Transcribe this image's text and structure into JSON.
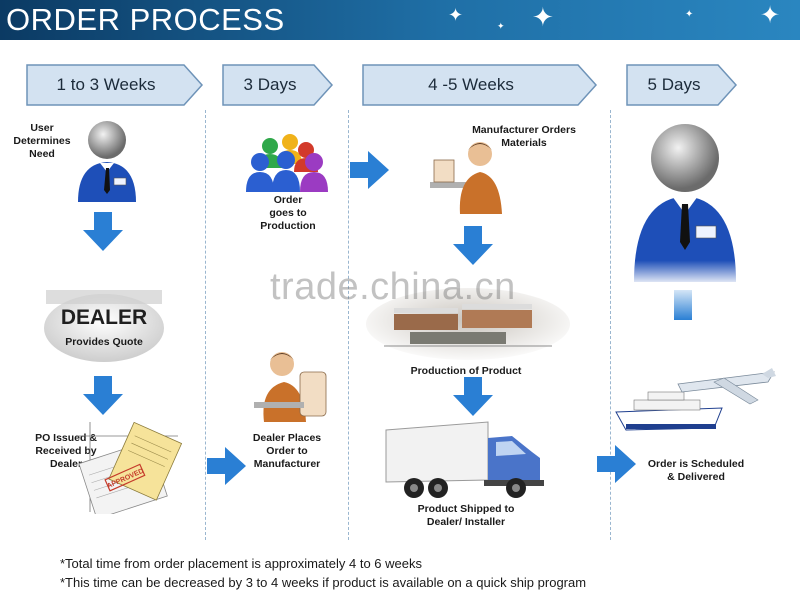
{
  "banner": {
    "title": "ORDER PROCESS"
  },
  "phases": [
    "1 to 3 Weeks",
    "3 Days",
    "4 -5 Weeks",
    "5 Days"
  ],
  "steps": {
    "user_needs": "User\nDetermines\nNeed",
    "order_production": "Order\ngoes to\nProduction",
    "manufacturer_materials": "Manufacturer Orders\nMaterials",
    "dealer_quote": "Provides Quote",
    "dealer_sign": "DEALER",
    "production_product": "Production of Product",
    "po_issued": "PO Issued &\nReceived by\nDealer",
    "dealer_places": "Dealer Places\nOrder to\nManufacturer",
    "product_shipped": "Product Shipped to\nDealer/ Installer",
    "order_scheduled": "Order is Scheduled\n& Delivered"
  },
  "paper_stamp": "APPROVED",
  "footnotes": [
    "*Total time from order placement is approximately 4 to 6 weeks",
    "*This time can be decreased by 3 to 4 weeks if product is available on a quick ship program"
  ],
  "watermark": "trade.china.cn",
  "colors": {
    "banner": "#1f6fa6",
    "arrow": "#2a7fd4",
    "phase_fill": "#d3e2f1",
    "phase_stroke": "#6e93b8"
  }
}
